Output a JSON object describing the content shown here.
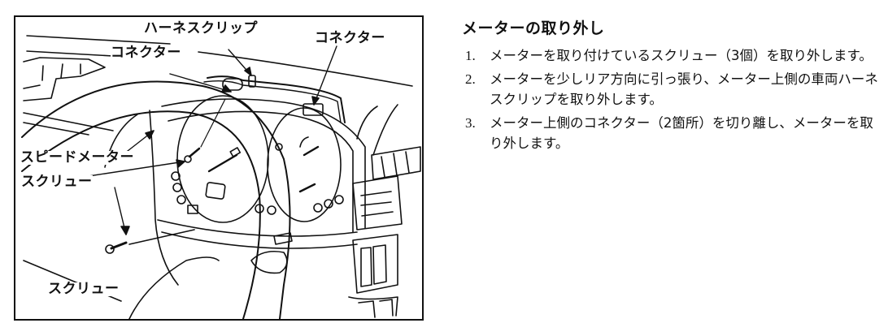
{
  "figure": {
    "callouts": {
      "harness_clip": "ハーネスクリップ",
      "connector_right": "コネクター",
      "connector_left": "コネクター",
      "speedometer": "スピードメーター",
      "screw_mid": "スクリュー",
      "screw_bottom": "スクリュー"
    }
  },
  "section": {
    "title": "メーターの取り外し",
    "steps": [
      {
        "num": "1.",
        "text": "メーターを取り付けているスクリュー（3個）を取り外します。"
      },
      {
        "num": "2.",
        "text": "メーターを少しリア方向に引っ張り、メーター上側の車両ハーネスクリップを取り外します。"
      },
      {
        "num": "3.",
        "text": "メーター上側のコネクター（2箇所）を切り離し、メーターを取り外します。"
      }
    ]
  }
}
